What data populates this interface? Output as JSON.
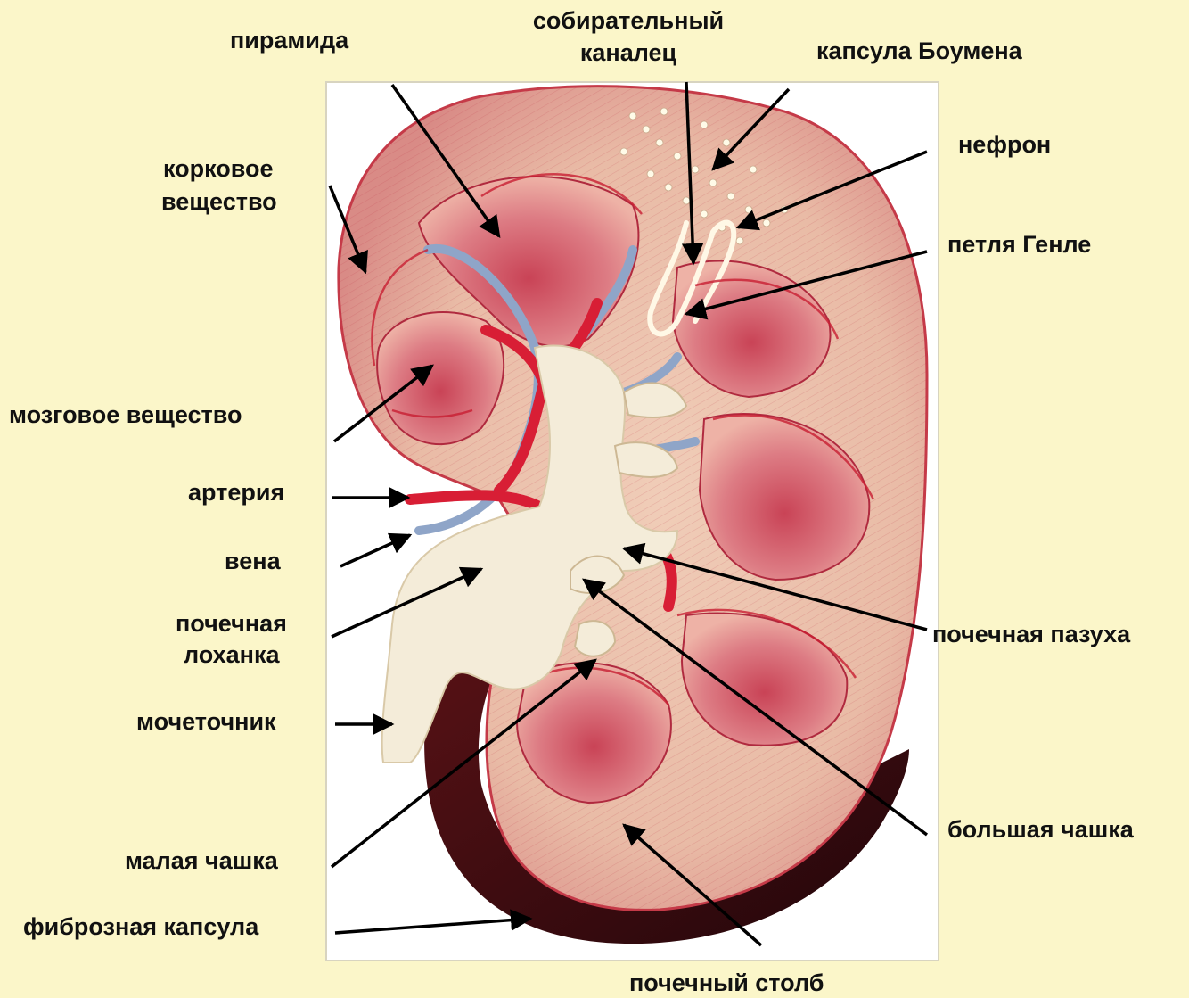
{
  "labels": {
    "piramida": "пирамида",
    "sobiratelny_line1": "собирательный",
    "sobiratelny_line2": "каналец",
    "kapsula_boumena": "капсула Боумена",
    "nefron": "нефрон",
    "korkovoe_line1": "корковое",
    "korkovoe_line2": "вещество",
    "petlya_genle": "петля Генле",
    "mozgovoe": "мозговое вещество",
    "arteriya": "артерия",
    "vena": "вена",
    "lohanka_line1": "почечная",
    "lohanka_line2": "лоханка",
    "pazuha": "почечная пазуха",
    "mochetochnik": "мочеточник",
    "bolshaya_chashka": "большая чашка",
    "malaya_chashka": "малая чашка",
    "fibroznaya": "фиброзная капсула",
    "stolb": "почечный столб"
  },
  "colors": {
    "background": "#fbf6c9",
    "photo_frame": "#ffffff",
    "cortex": "#e8b9a6",
    "medulla": "#d96f7c",
    "artery": "#d81e35",
    "vein": "#8fa5c8",
    "pelvis": "#f4ecd9",
    "capsule": "#3a0a0c"
  }
}
